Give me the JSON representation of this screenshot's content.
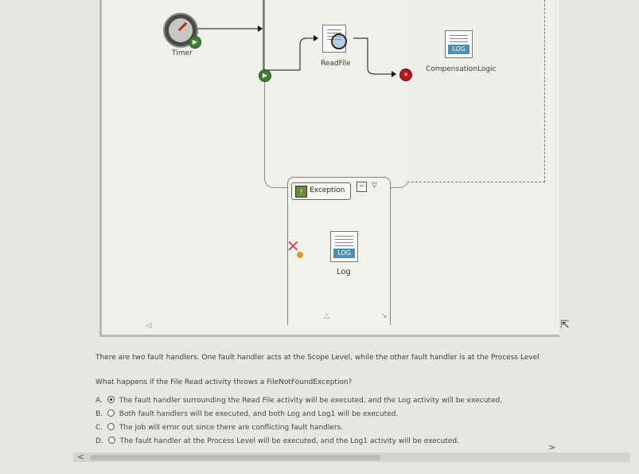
{
  "diagram": {
    "nodes": {
      "timer": "Timer",
      "read_file": "ReadFile",
      "compensation_logic": "CompensationLogic",
      "exception": "Exception",
      "log": "Log",
      "log_icon_text": "LOG"
    },
    "icons": {
      "timer": "timer-clock-icon",
      "start": "green-start-icon",
      "error": "red-error-icon",
      "file": "file-search-icon",
      "log": "log-file-icon",
      "exception": "exception-handler-icon",
      "collapse": "minus-icon",
      "dropdown": "triangle-down-icon",
      "disabled": "disabled-cross-icon"
    }
  },
  "question": {
    "statement": "There are two fault handlers. One fault handler acts at the Scope Level, while the other fault handler is at the Process Level",
    "prompt": "What happens if the File Read activity throws a FileNotFoundException?",
    "options": [
      {
        "letter": "A.",
        "text": "The fault handler surrounding the Read File activity will be executed, and the Log activity will be executed.",
        "selected": true
      },
      {
        "letter": "B.",
        "text": "Both fault handlers will be executed, and both Log and Log1 will be executed.",
        "selected": false
      },
      {
        "letter": "C.",
        "text": "The job will error out since there are conflicting fault handlers.",
        "selected": false
      },
      {
        "letter": "D.",
        "text": "The fault handler at the Process Level will be executed, and the Log1 activity will be executed.",
        "selected": false
      }
    ]
  },
  "controls": {
    "scroll_left": "<",
    "scroll_right": ">"
  }
}
